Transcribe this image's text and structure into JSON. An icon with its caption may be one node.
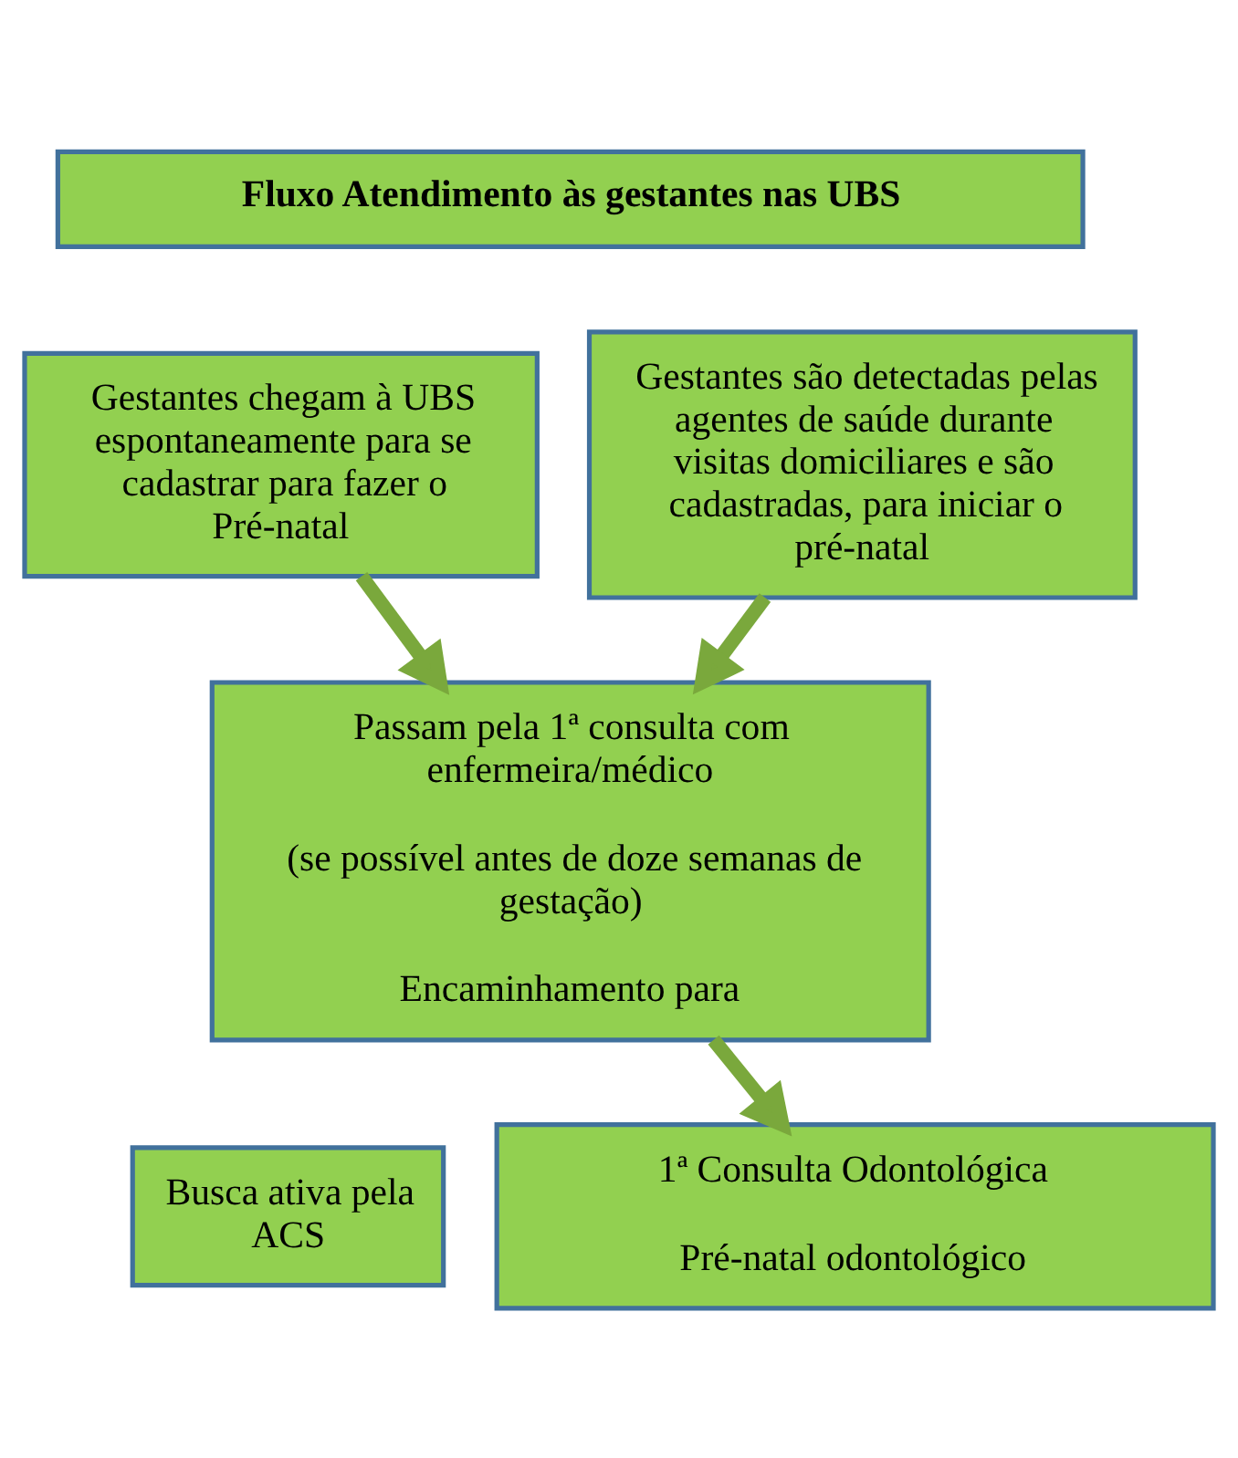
{
  "diagram": {
    "nodes": [
      {
        "text": [
          "Fluxo Atendimento às gestantes nas UBS"
        ]
      },
      {
        "text": [
          "Gestantes chegam à UBS espontaneamente para se cadastrar para fazer o Pré-natal"
        ]
      },
      {
        "text": [
          "Gestantes são detectadas pelas agentes de saúde durante visitas domiciliares e são cadastradas, para iniciar o pré-natal"
        ]
      },
      {
        "text": [
          "Passam pela 1ª consulta com enfermeira/médico",
          "(se possível antes de doze semanas de gestação)",
          "Encaminhamento para"
        ]
      },
      {
        "text": [
          "Busca ativa pela ACS"
        ]
      },
      {
        "text": [
          "1ª Consulta Odontológica",
          "Pré-natal odontológico"
        ]
      }
    ],
    "edges": [
      {
        "from": 1,
        "to": 3,
        "arrow": "to"
      },
      {
        "from": 2,
        "to": 3,
        "arrow": "to"
      },
      {
        "from": 3,
        "to": 5,
        "arrow": "to"
      }
    ]
  }
}
